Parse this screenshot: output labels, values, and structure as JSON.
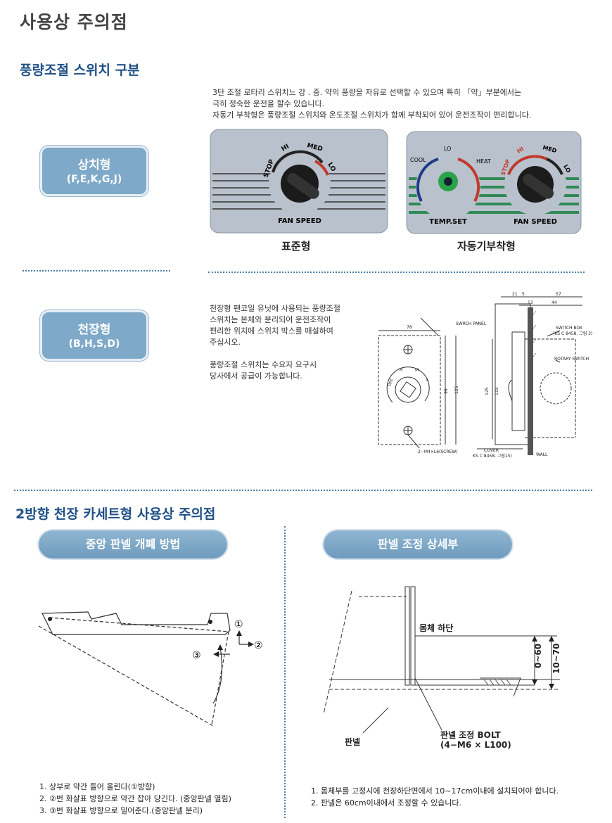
{
  "page_title": "사용상 주의점",
  "section1": {
    "heading": "풍량조절 스위치 구분",
    "description": "3단 조절 로타리 스위치느 강 . 중. 약의 풍량을 자유로 선택할 수 있으며 특히 「약」부분에서는\n극히 정숙한 운전을 할수 있습니다.\n자동기 부착형은 풍량조절 스위치와 온도조절 스위치가 함께 부착되어 있어 운전조작이 편리합니다.",
    "pill_title": "상치형",
    "pill_sub": "(F,E,K,G,J)",
    "standard": {
      "caption": "표준형",
      "panel_label": "FAN SPEED",
      "dial_marks": [
        "STOP",
        "HI",
        "MED",
        "LO"
      ]
    },
    "thermo": {
      "caption": "자동기부착형",
      "left_label": "TEMP.SET",
      "right_label": "FAN SPEED",
      "temp_marks": [
        "COOL",
        "LO",
        "HEAT"
      ],
      "dial_marks": [
        "STOP",
        "HI",
        "MED",
        "LO"
      ]
    }
  },
  "section2": {
    "pill_title": "천장형",
    "pill_sub": "(B,H,S,D)",
    "description": "천장형 팬코일 유닛에 사용되는 풍량조절\n스위치는 본체와 분리되어 운전조작이\n편리한 위치에 스위치 박스를 매설하여\n주십시오.\n\n풍량조절 스위치는 수요자 요구시\n당사에서 공급이 가능합니다.",
    "drawing": {
      "dim_78": "78",
      "switch_panel": "SWRCH PANEL",
      "dim_99": "99",
      "dim_125": "125",
      "screw": "2−M4×L6(SCREW)",
      "dial_marks": [
        "OFF",
        "H",
        "M",
        "L"
      ],
      "dim_21": "21",
      "dim_5": "5",
      "dim_57": "57",
      "dim_13": "13",
      "dim_44": "44",
      "switch_box": "SWITCH BOX",
      "switch_box_std": "(KS C 8458, 그림 3)",
      "rotary_switch": "ROTARY SWITCH",
      "dim_125b": "125",
      "dim_119": "119",
      "cover": "COVER",
      "cover_std": "KS C 8458, 그림15)",
      "wall": "WALL"
    }
  },
  "section3": {
    "heading": "2방향 천장 카세트형 사용상 주의점",
    "left_pill": "중앙 판넬 개폐 방법",
    "right_pill": "판넬 조정 상세부",
    "left_marks": [
      "①",
      "②",
      "③"
    ],
    "left_notes": [
      "1. 상부로 약간 들어 올린다(①방향)",
      "2. ②번 화살표 방향으로 약간 잡아 당긴다. (중앙판넬 열림)",
      "3. ③번 화살표 방향으로 밀어준다.(중앙판넬 분리)"
    ],
    "right_labels": {
      "body_bottom": "몸체 하단",
      "dim_a": "0~60",
      "dim_b": "10~70",
      "bolt_1": "판넬 조정 BOLT",
      "bolt_2": "(4−M6  × L100)",
      "panel": "판넬"
    },
    "right_notes": [
      "1. 몸체부를 고정시에 천장하단면에서 10~17cm이내에 설치되어야 합니다.",
      "2. 판넬은 60cm이내에서 조정할 수 있습니다."
    ]
  }
}
